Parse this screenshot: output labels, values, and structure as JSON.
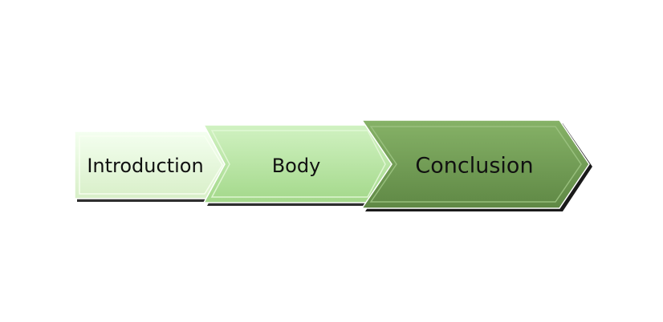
{
  "steps": [
    {
      "label": "Introduction",
      "fill": "#e6f7d8",
      "edge": "#f8fff2"
    },
    {
      "label": "Body",
      "fill": "#b8e6a2",
      "edge": "#e3f7d7"
    },
    {
      "label": "Conclusion",
      "fill": "#6f9b52",
      "edge": "#9cc382"
    }
  ],
  "colors": {
    "outline": "#1a1a1a",
    "shadow": "#2e2e2e"
  }
}
